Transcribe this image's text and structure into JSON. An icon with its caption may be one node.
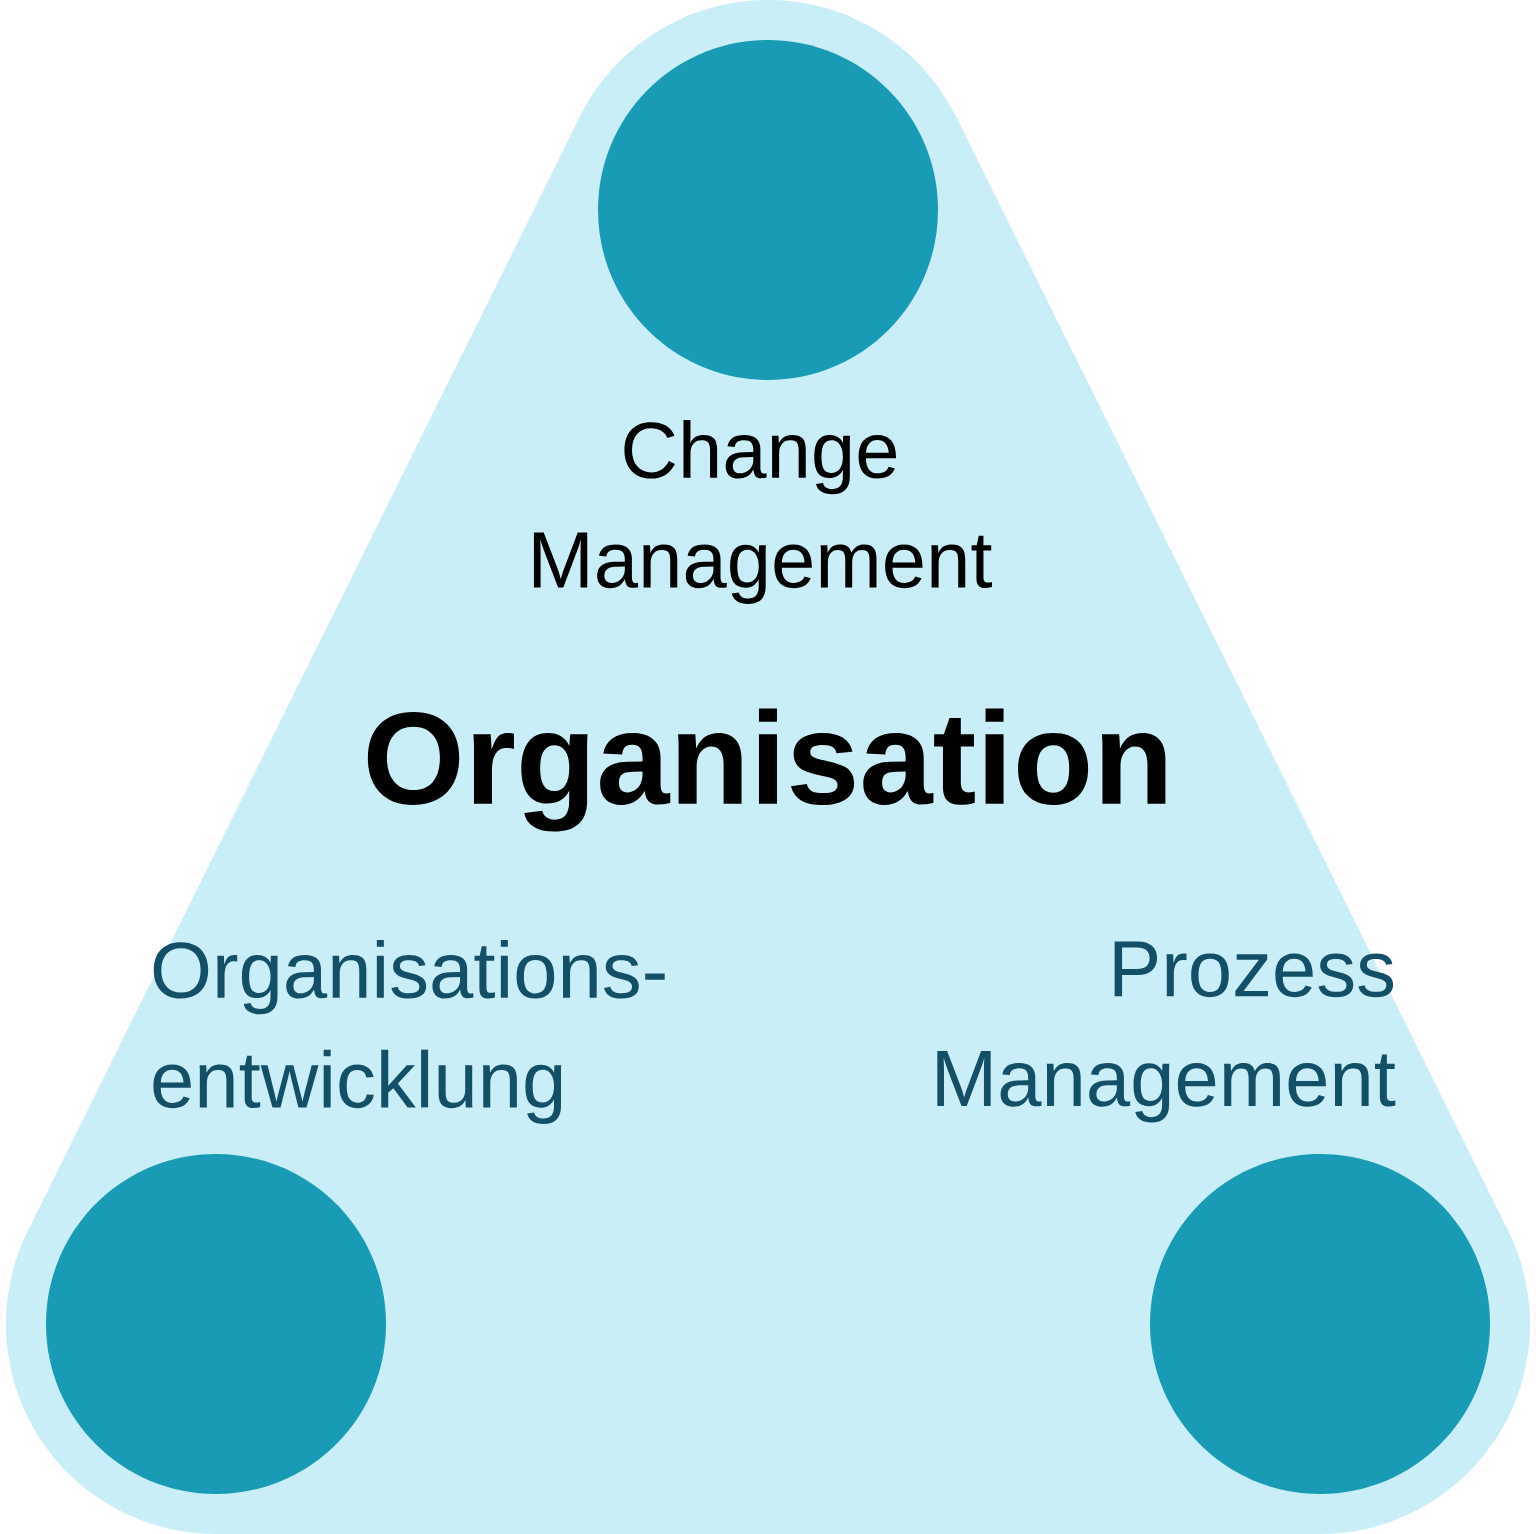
{
  "diagram": {
    "nodes": [
      {
        "text": [
          "Organisation"
        ]
      },
      {
        "text": [],
        "shape": "circle",
        "in": 0,
        "beside": [
          "Change Management"
        ]
      },
      {
        "text": [],
        "shape": "circle",
        "in": 0,
        "beside": [
          "Organisations- entwicklung"
        ]
      },
      {
        "text": [],
        "shape": "circle",
        "in": 0,
        "beside": [
          "Prozess Management"
        ]
      }
    ]
  }
}
